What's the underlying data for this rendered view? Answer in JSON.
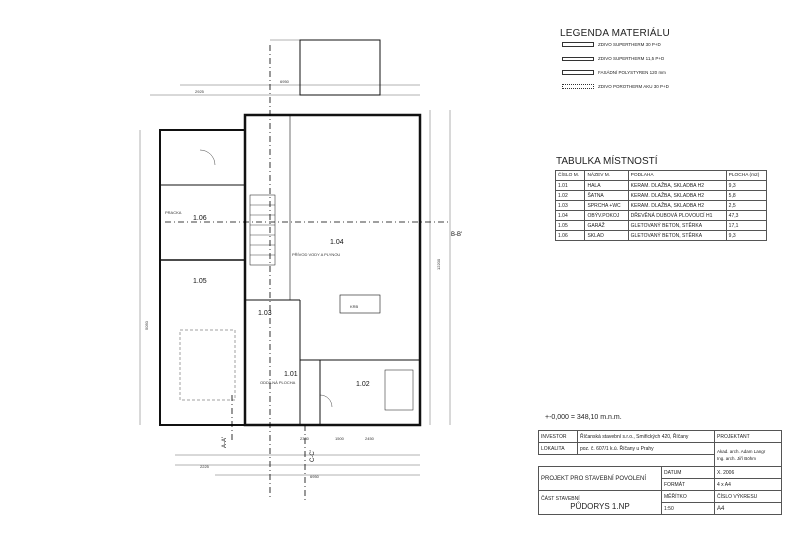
{
  "legend": {
    "title": "LEGENDA MATERIÁLU",
    "items": [
      {
        "label": "ZDIVO SUPERTHERM 30 P+D"
      },
      {
        "label": "ZDIVO SUPERTHERM 11,5 P+D"
      },
      {
        "label": "FASÁDNÍ POLYSTYREN 120 mm"
      },
      {
        "label": "ZDIVO POROTHERM AKU 30 P+D"
      }
    ]
  },
  "rooms_table": {
    "title": "TABULKA MÍSTNOSTÍ",
    "headers": [
      "ČÍSLO M.",
      "NÁZEV M.",
      "PODLAHA",
      "PLOCHA (m2)"
    ],
    "rows": [
      [
        "1.01",
        "HALA",
        "KERAM. DLAŽBA, SKLADBA H2",
        "9,3"
      ],
      [
        "1.02",
        "ŠATNA",
        "KERAM. DLAŽBA, SKLADBA H2",
        "5,8"
      ],
      [
        "1.03",
        "SPRCHA +WC",
        "KERAM. DLAŽBA, SKLADBA H2",
        "2,5"
      ],
      [
        "1.04",
        "OBÝV.POKOJ",
        "DŘEVĚNÁ DUBOVÁ PLOVOUCÍ H1",
        "47,3"
      ],
      [
        "1.05",
        "GARÁŽ",
        "GLETOVANÝ BETON, STĚRKA",
        "17,1"
      ],
      [
        "1.06",
        "SKLAD",
        "GLETOVANÝ BETON, STĚRKA",
        "9,3"
      ]
    ]
  },
  "elevation": "+-0,000  = 348,10 m.n.m.",
  "stamp": {
    "investor_label": "INVESTOR",
    "investor_value": "Říčanská stavební s.r.o., Smiřických 420, Říčany",
    "projektant_label": "PROJEKTANT",
    "lokalita_label": "LOKALITA",
    "lokalita_value": "poz. č. 607/1 k.ú. Říčany u Prahy",
    "projektant_1": "Akad. arch. Adam Langr",
    "projektant_2": "Ing. arch. Jiří Böhm",
    "project_stage": "PROJEKT PRO STAVEBNÍ POVOLENÍ",
    "datum_label": "DATUM",
    "datum_value": "X. 2006",
    "format_label": "FORMÁT",
    "format_value": "4 x A4",
    "cast_label": "ČÁST STAVEBNÍ",
    "drawing_title": "PŮDORYS 1.NP",
    "meritko_label": "MĚŘÍTKO",
    "meritko_value": "1:50",
    "cislo_label": "ČÍSLO VÝKRESU",
    "cislo_value": "A4"
  },
  "plan": {
    "rooms": [
      {
        "id": "1.01"
      },
      {
        "id": "1.02"
      },
      {
        "id": "1.03"
      },
      {
        "id": "1.04"
      },
      {
        "id": "1.05"
      },
      {
        "id": "1.06"
      }
    ],
    "section_b": "B-B'",
    "section_a": "A-A'",
    "section_c": "C-C'",
    "dims": {
      "top_overall": "6950",
      "top_left": "2925",
      "right_total": "12200",
      "bottom_total": "6950",
      "bottom_left": "2225",
      "bottom_mid1": "2330",
      "bottom_mid2": "1500",
      "bottom_mid3": "2450",
      "left_total": "5050"
    },
    "notes": {
      "n1": "PRACKA",
      "n2": "PŘÍVOD VODY A PLYNOU",
      "n3": "KRB",
      "n4": "ODDÍLNÁ PLOCHA"
    }
  }
}
